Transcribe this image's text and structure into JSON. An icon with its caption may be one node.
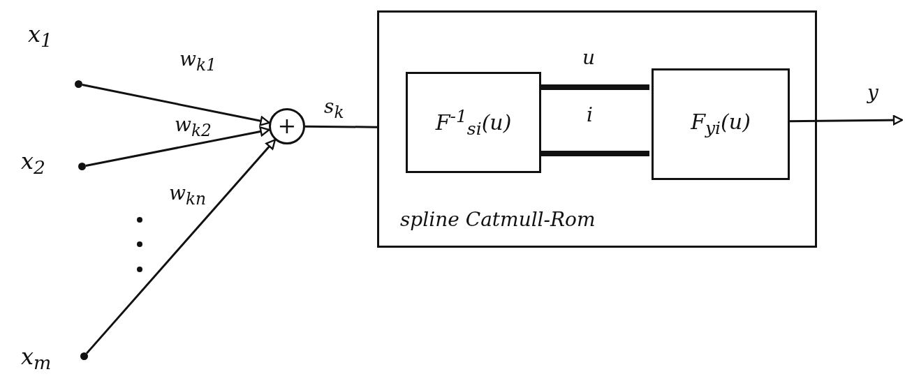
{
  "diagram": {
    "nodes": [
      {
        "text": [],
        "shape": "circle",
        "beside": [
          "x$_{1}$"
        ]
      },
      {
        "text": [],
        "shape": "circle",
        "beside": [
          "x$_{2}$"
        ]
      },
      {
        "text": [],
        "shape": "circle",
        "beside": [
          "x$_{m}$"
        ]
      },
      {
        "text": [
          "+"
        ]
      },
      {
        "text": [
          "spline Catmull-Rom"
        ]
      },
      {
        "text": [
          "F$^{-1}$$_{si}$(u)"
        ],
        "in": 4
      },
      {
        "text": [
          "F$_{yi}$(u)"
        ],
        "in": 4
      }
    ],
    "edges": [
      {
        "from": 0,
        "to": 3,
        "arrow": "to",
        "label": "w$_{k1}$"
      },
      {
        "from": 1,
        "to": 3,
        "arrow": "to",
        "label": "w$_{k2}$"
      },
      {
        "from": 2,
        "to": 3,
        "arrow": "to",
        "label": "w$_{kn}$"
      },
      {
        "from": 3,
        "to": 4,
        "arrow": "none",
        "label": "s$_{k}$"
      },
      {
        "from": 5,
        "to": 6,
        "arrow": "none",
        "label": "u",
        "style": "thick"
      },
      {
        "from": 5,
        "to": 6,
        "arrow": "none",
        "label": "i",
        "style": "thick"
      },
      {
        "from": 6,
        "to": null,
        "arrow": "to",
        "label": "y"
      }
    ]
  }
}
